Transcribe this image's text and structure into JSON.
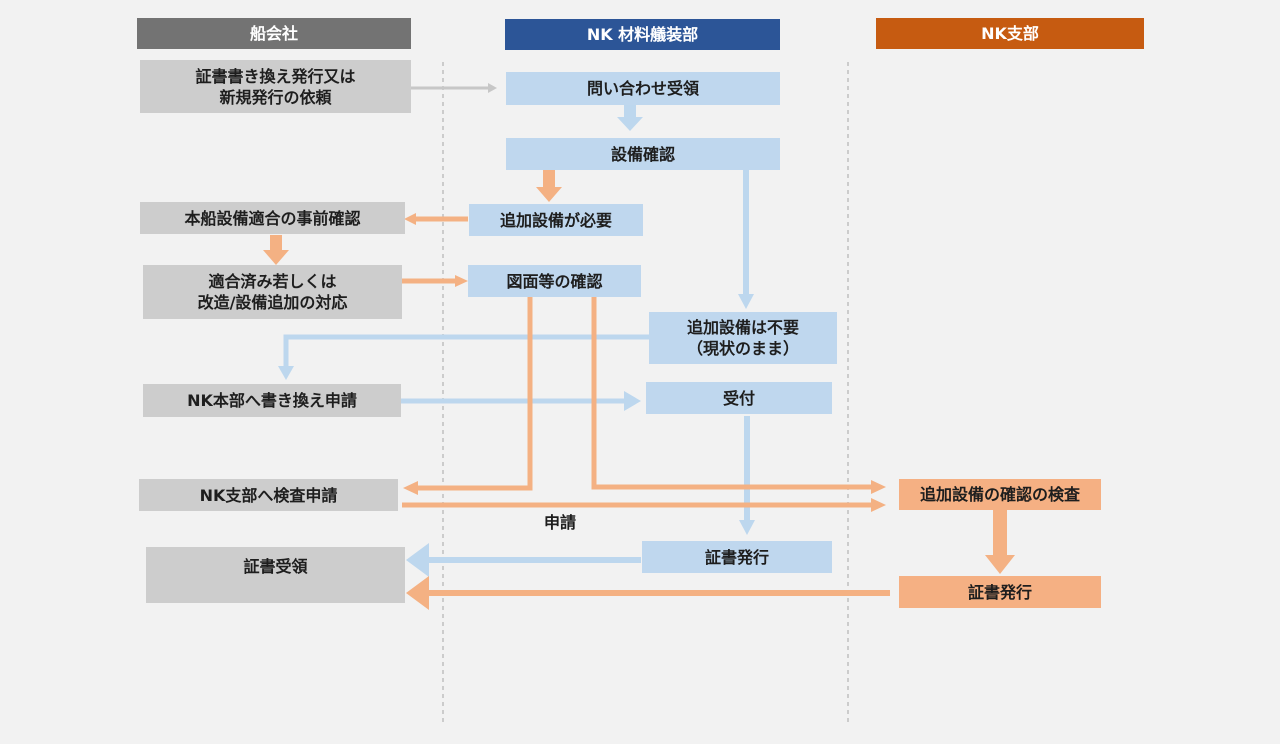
{
  "colors": {
    "background": "#f2f2f2",
    "head_owner": "#737373",
    "head_nk_material": "#2c5597",
    "head_nk_branch": "#c65b11",
    "box_gray": "#cdcdcd",
    "box_blue": "#bfd7ee",
    "box_orange": "#f5b083",
    "arrow_gray": "#c7c7c7",
    "arrow_blue": "#bdd7ee",
    "arrow_orange": "#f4b183",
    "divider": "#a6a6a6"
  },
  "lanes": {
    "owner": "船会社",
    "nk_material": "NK 材料艤装部",
    "nk_branch": "NK支部"
  },
  "owner": {
    "request": "証書書き換え発行又は\n新規発行の依頼",
    "pre_check": "本船設備適合の事前確認",
    "response": "適合済み若しくは\n改造/設備追加の対応",
    "rewrite_apply": "NK本部へ書き換え申請",
    "survey_apply": "NK支部へ検査申請",
    "receive_cert": "証書受領"
  },
  "nk_material": {
    "inquiry": "問い合わせ受領",
    "equipment_check": "設備確認",
    "additional_required": "追加設備が必要",
    "drawing_check": "図面等の確認",
    "additional_not_required": "追加設備は不要\n（現状のまま）",
    "reception": "受付",
    "issue_cert": "証書発行"
  },
  "nk_branch": {
    "survey": "追加設備の確認の検査",
    "issue_cert": "証書発行"
  },
  "annotations": {
    "apply": "申請"
  }
}
